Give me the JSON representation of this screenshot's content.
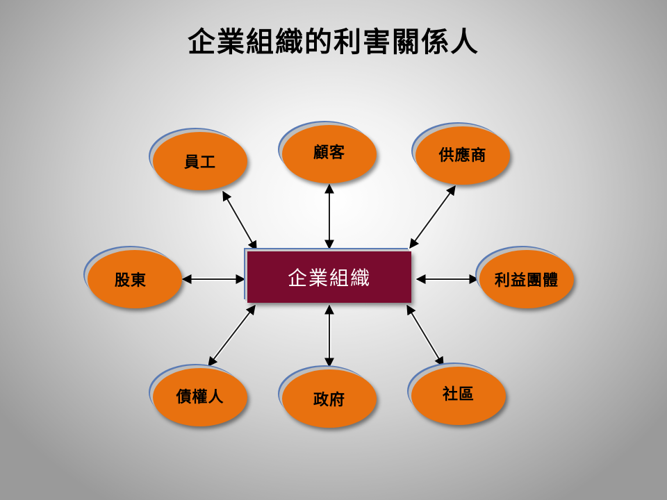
{
  "title": "企業組織的利害關係人",
  "center": {
    "label": "企業組織"
  },
  "stakeholders": {
    "employees": "員工",
    "customers": "顧客",
    "suppliers": "供應商",
    "shareholders": "股東",
    "interest_groups": "利益團體",
    "creditors": "債權人",
    "government": "政府",
    "community": "社區"
  },
  "colors": {
    "node": "#e8710f",
    "center": "#790b2e",
    "accent": "#5a7bb5"
  }
}
